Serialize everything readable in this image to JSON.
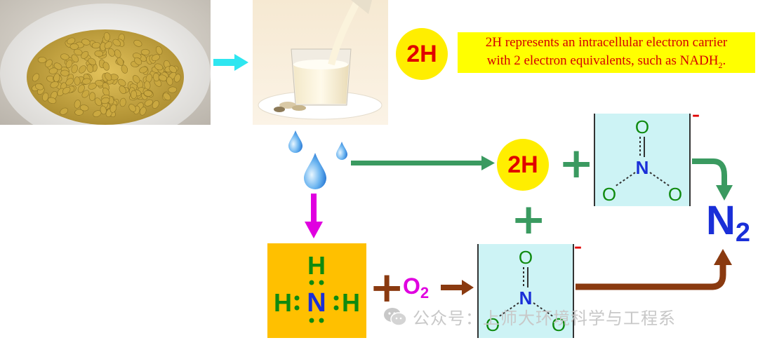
{
  "carrier_label": "2H",
  "note": {
    "line1": "2H represents an intracellular electron carrier",
    "line2_prefix": "with 2 electron equivalents, such as NADH",
    "line2_sub": "2",
    "line2_suffix": "."
  },
  "nitrate": {
    "o": "O",
    "n": "N",
    "charge": "–"
  },
  "ammonia": {
    "h": "H",
    "n": "N"
  },
  "oxygen": {
    "symbol": "O",
    "sub": "2"
  },
  "product": {
    "symbol": "N",
    "sub": "2"
  },
  "plus": "+",
  "watermark": "公众号：上师大环境科学与工程系",
  "colors": {
    "yellow": "#ffee00",
    "red": "#e00000",
    "green_arrow": "#3a9a60",
    "brown_arrow": "#8a3a10",
    "magenta": "#e000e0",
    "blue_n2": "#1a2fd8",
    "cyan_arrow": "#2ee6f0",
    "nitrate_bg": "#cdf3f5",
    "ammonia_bg": "#ffc000"
  }
}
